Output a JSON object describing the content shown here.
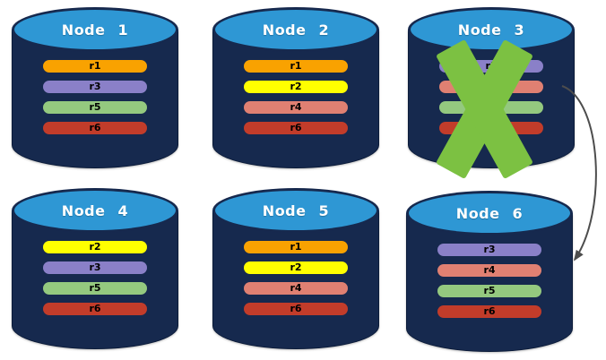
{
  "diagram": {
    "background": "#ffffff",
    "colors": {
      "cylinder_body": "#16294e",
      "cylinder_top": "#2e97d4",
      "title_text": "#ffffff",
      "bar_text": "#000000",
      "x_mark": "#7cc142",
      "arrow": "#4d4d4d"
    },
    "nodes": [
      {
        "title": "Node 1",
        "failed": false,
        "bars": [
          {
            "label": "r1",
            "color": "#f9a201"
          },
          {
            "label": "r3",
            "color": "#8a80c8"
          },
          {
            "label": "r5",
            "color": "#94c97f"
          },
          {
            "label": "r6",
            "color": "#c23c2a"
          }
        ]
      },
      {
        "title": "Node 2",
        "failed": false,
        "bars": [
          {
            "label": "r1",
            "color": "#f9a201"
          },
          {
            "label": "r2",
            "color": "#ffff00"
          },
          {
            "label": "r4",
            "color": "#e08072"
          },
          {
            "label": "r6",
            "color": "#c23c2a"
          }
        ]
      },
      {
        "title": "Node 3",
        "failed": true,
        "bars": [
          {
            "label": "r3",
            "color": "#8a80c8"
          },
          {
            "label": "",
            "color": "#e08072"
          },
          {
            "label": "",
            "color": "#94c97f"
          },
          {
            "label": "",
            "color": "#c23c2a"
          }
        ]
      },
      {
        "title": "Node 4",
        "failed": false,
        "bars": [
          {
            "label": "r2",
            "color": "#ffff00"
          },
          {
            "label": "r3",
            "color": "#8a80c8"
          },
          {
            "label": "r5",
            "color": "#94c97f"
          },
          {
            "label": "r6",
            "color": "#c23c2a"
          }
        ]
      },
      {
        "title": "Node 5",
        "failed": false,
        "bars": [
          {
            "label": "r1",
            "color": "#f9a201"
          },
          {
            "label": "r2",
            "color": "#ffff00"
          },
          {
            "label": "r4",
            "color": "#e08072"
          },
          {
            "label": "r6",
            "color": "#c23c2a"
          }
        ]
      },
      {
        "title": "Node 6",
        "failed": false,
        "bars": [
          {
            "label": "r3",
            "color": "#8a80c8"
          },
          {
            "label": "r4",
            "color": "#e08072"
          },
          {
            "label": "r5",
            "color": "#94c97f"
          },
          {
            "label": "r6",
            "color": "#c23c2a"
          }
        ]
      }
    ],
    "arrow": {
      "from": "Node 3",
      "to": "Node 6"
    }
  }
}
